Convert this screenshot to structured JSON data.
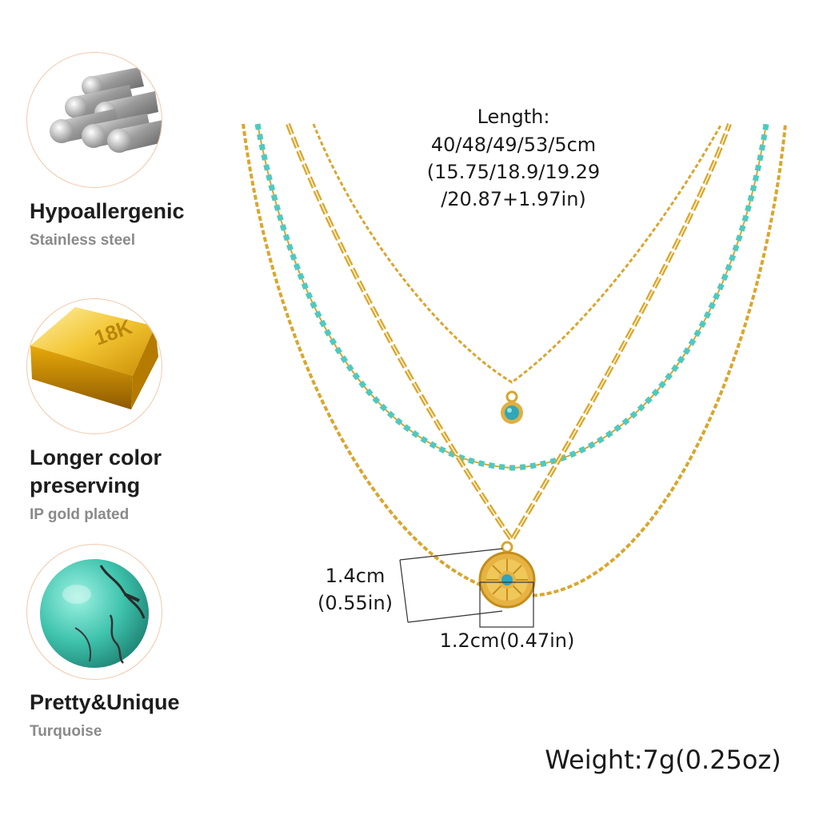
{
  "features": [
    {
      "title": "Hypoallergenic",
      "subtitle": "Stainless steel",
      "icon": "steel-rods-icon"
    },
    {
      "title_lines": [
        "Longer color",
        "preserving"
      ],
      "subtitle": "IP gold plated",
      "icon": "gold-bar-icon",
      "bar_stamp": "18K"
    },
    {
      "title": "Pretty&Unique",
      "subtitle": "Turquoise",
      "icon": "turquoise-bead-icon"
    }
  ],
  "product": {
    "length_label": "Length:",
    "length_cm": "40/48/49/53/5cm",
    "length_in_1": "(15.75/18.9/19.29",
    "length_in_2": "/20.87+1.97in)",
    "pendant_height_cm": "1.4cm",
    "pendant_height_in": "(0.55in)",
    "pendant_width": "1.2cm(0.47in)",
    "weight": "Weight:7g(0.25oz)"
  },
  "colors": {
    "gold": "#d9a62e",
    "turquoise": "#4fc9c1",
    "circle_border": "#f2c9ad"
  }
}
